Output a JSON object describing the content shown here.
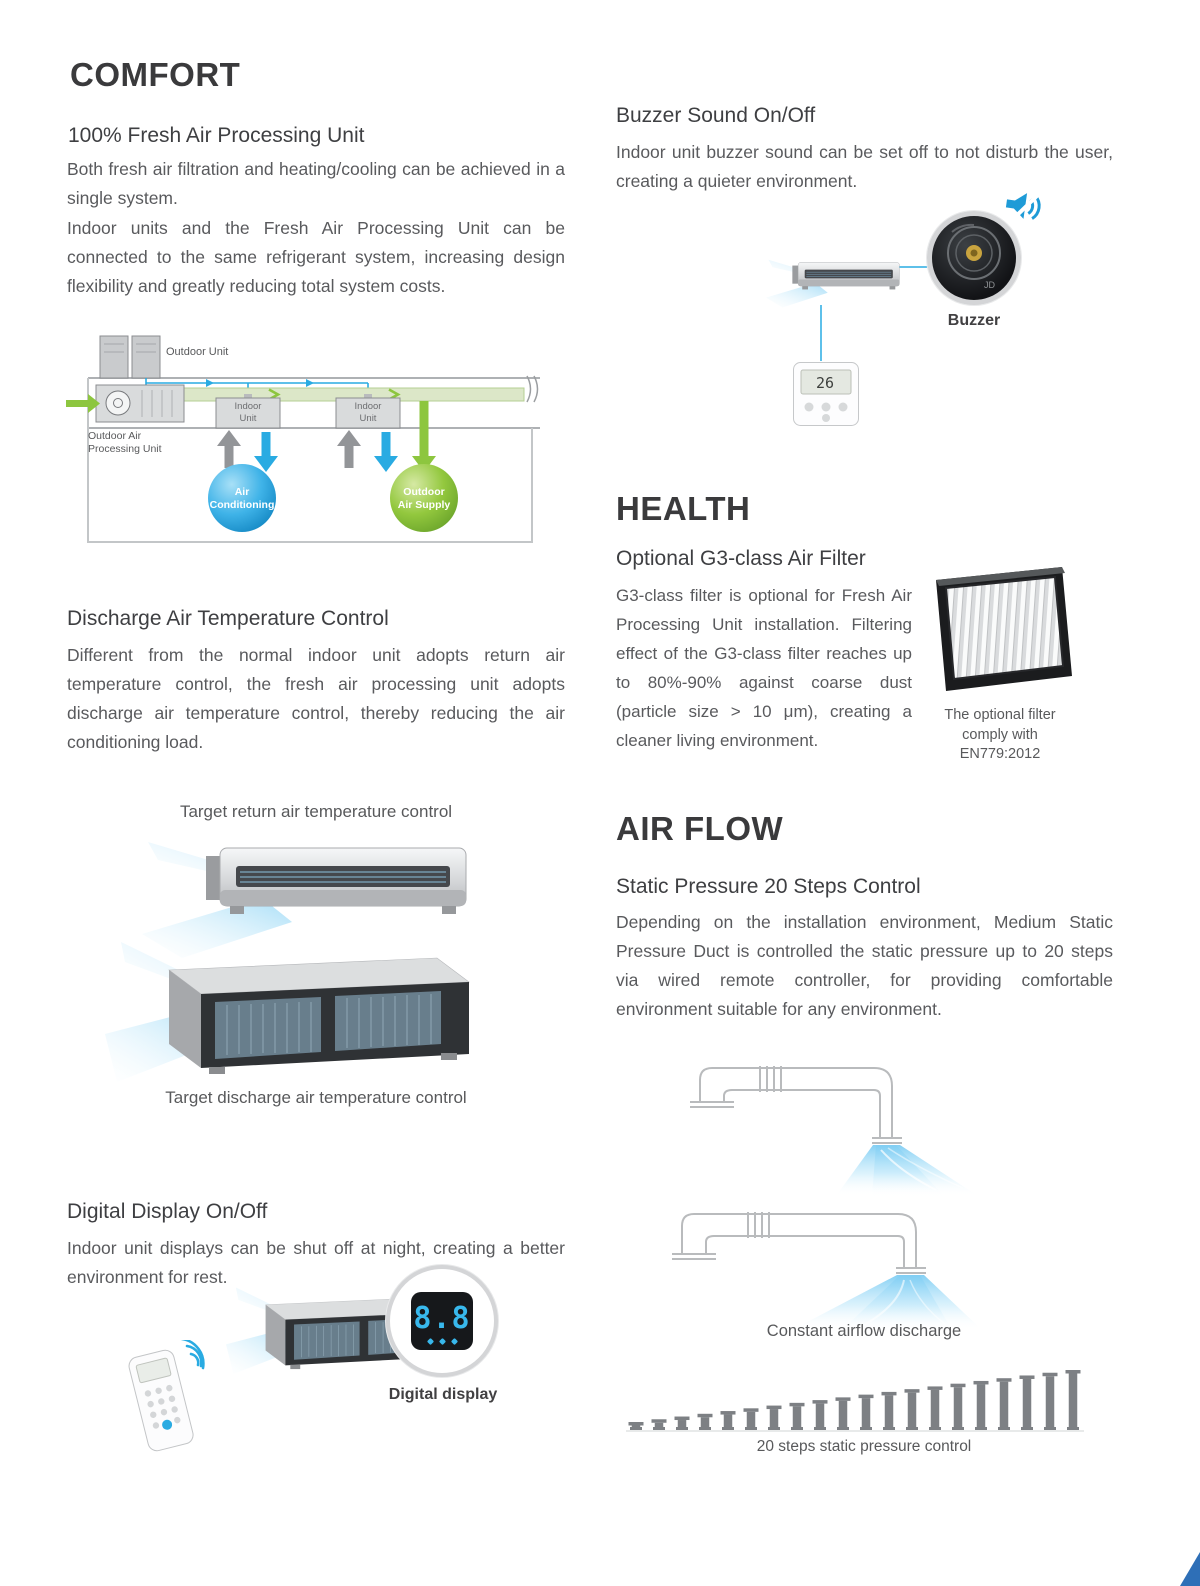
{
  "comfort": {
    "heading": "COMFORT",
    "fresh_air": {
      "title": "100% Fresh Air Processing Unit",
      "para1": "Both fresh air filtration and heating/cooling can be achieved in a single system.",
      "para2": "Indoor units and the Fresh Air Processing Unit can be connected to the same refrigerant system, increasing design flexibility and greatly reducing total system costs.",
      "diagram_labels": {
        "outdoor_unit": "Outdoor Unit",
        "processing_unit": "Outdoor Air Processing Unit",
        "indoor_unit_1": "Indoor Unit",
        "indoor_unit_2": "Indoor Unit",
        "air_conditioning": "Air Conditioning",
        "outdoor_air_supply": "Outdoor Air Supply"
      }
    },
    "discharge": {
      "title": "Discharge Air Temperature Control",
      "para": "Different from the normal indoor unit adopts return air temperature control, the fresh air processing unit adopts discharge air temperature control, thereby reducing the air conditioning load.",
      "caption_return": "Target return air temperature control",
      "caption_discharge": "Target discharge air temperature control"
    },
    "digital_display": {
      "title": "Digital Display On/Off",
      "para": "Indoor unit displays can be shut off at night, creating a better environment for rest.",
      "display_value": "8.8",
      "caption": "Digital display"
    }
  },
  "buzzer": {
    "title": "Buzzer Sound On/Off",
    "para": "Indoor unit buzzer sound can be set off to not disturb the user, creating a quieter environment.",
    "caption": "Buzzer",
    "photo_text": "JD",
    "controller_display": "26"
  },
  "health": {
    "heading": "HEALTH",
    "filter": {
      "title": "Optional G3-class Air Filter",
      "para": "G3-class filter is optional for Fresh Air Processing Unit installation. Filtering effect of the G3-class filter reaches up to 80%-90% against coarse dust (particle size > 10 μm), creating a cleaner living environment.",
      "caption": "The optional filter\ncomply with\nEN779:2012"
    }
  },
  "air_flow": {
    "heading": "AIR FLOW",
    "static_pressure": {
      "title": "Static Pressure 20 Steps Control",
      "para": "Depending on the installation environment, Medium Static Pressure Duct is controlled the static pressure up to 20 steps via wired remote controller, for providing comfortable environment suitable for any environment.",
      "caption_airflow": "Constant airflow discharge",
      "caption_steps": "20 steps static pressure control"
    },
    "steps_chart": {
      "type": "bar",
      "count": 20,
      "min_height": 8,
      "max_height": 60,
      "color": "#7d8084"
    }
  },
  "colors": {
    "accent_blue": "#29abe2",
    "green": "#8dc63f",
    "heading_text": "#3a3a3c",
    "body_text": "#595a5d"
  }
}
